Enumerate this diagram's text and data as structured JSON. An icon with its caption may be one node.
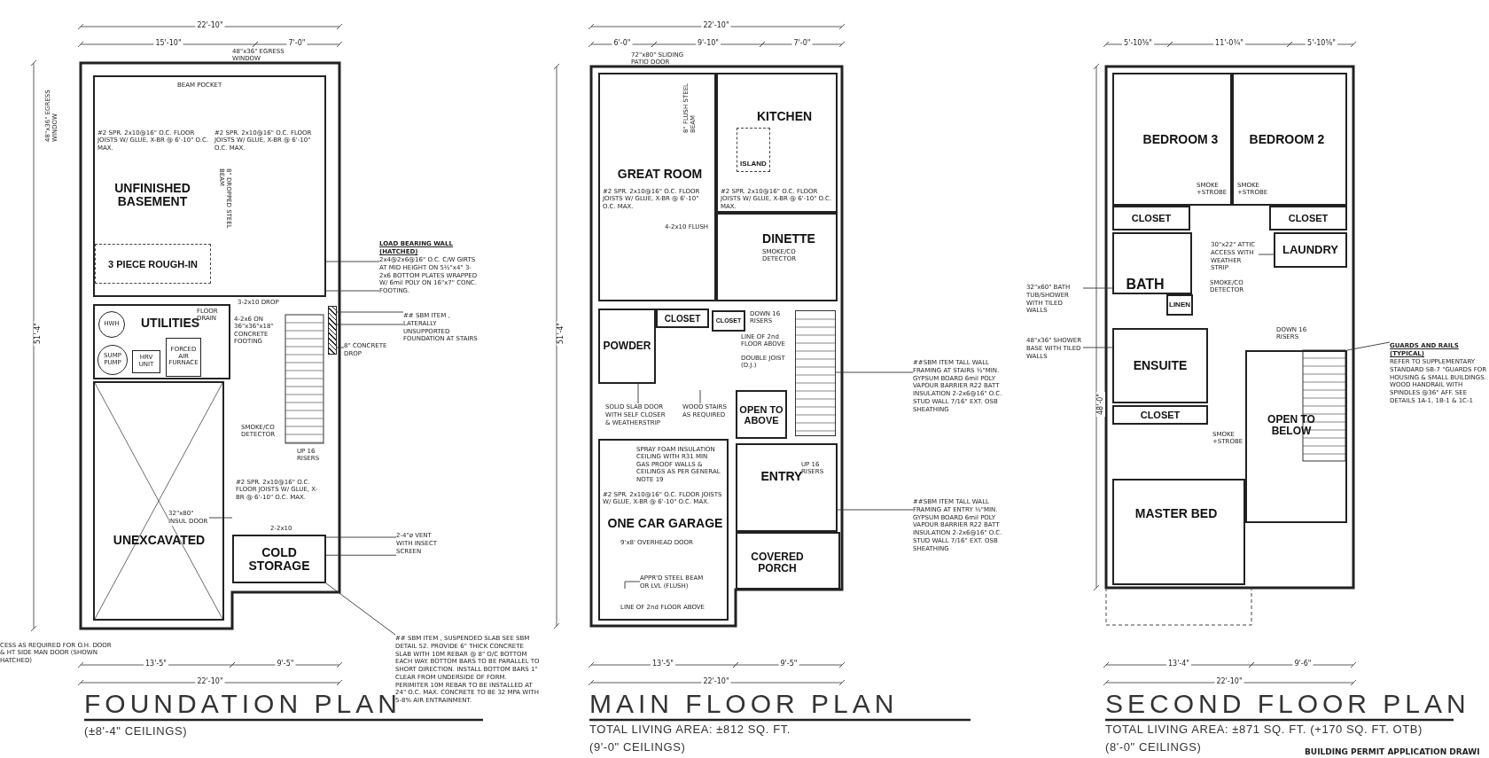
{
  "diagram": {
    "nodes": [
      {
        "text": [
          "UNFINISHED BASEMENT"
        ]
      },
      {
        "text": [
          "3 PIECE ROUGH-IN"
        ],
        "in": 0
      },
      {
        "text": [
          "UTILITIES"
        ]
      },
      {
        "text": [
          "HWH"
        ],
        "in": 2
      },
      {
        "text": [
          "SUMP PUMP"
        ],
        "in": 2
      },
      {
        "text": [
          "HRV UNIT"
        ],
        "in": 2
      },
      {
        "text": [
          "FORCED AIR FURNACE"
        ],
        "in": 2
      },
      {
        "text": [
          "UNEXCAVATED"
        ]
      },
      {
        "text": [
          "COLD STORAGE"
        ]
      },
      {
        "text": [
          "LOAD BEARING WALL (HATCHED)",
          "2x4@2x6@16\" O.C. C/W GIRTS AT MID HEIGHT ON 5½\"x4\" 3-2x6 BOTTOM PLATES WRAPPED W/ 6mil POLY ON 16\"x7\" CONC. FOOTING."
        ]
      },
      {
        "text": [
          "## SBM ITEM , LATERALLY UNSUPPORTED FOUNDATION AT STAIRS"
        ]
      },
      {
        "text": [
          "8\" CONCRETE DROP"
        ]
      },
      {
        "text": [
          "2-4\"ø VENT WITH INSECT SCREEN"
        ]
      },
      {
        "text": [
          "## SBM ITEM , SUSPENDED SLAB SEE SBM DETAIL 52. PROVIDE 6\" THICK CONCRETE SLAB WITH 10M REBAR @ 8\" O/C BOTTOM EACH WAY. BOTTOM BARS TO BE PARALLEL TO SHORT DIRECTION. INSTALL BOTTOM BARS 1\" CLEAR FROM UNDERSIDE OF FORM. PERIMITER 10M REBAR TO BE INSTALLED AT 24\" O.C. MAX. CONCRETE TO BE 32 MPA WITH 5-8% AIR ENTRAINMENT."
        ]
      },
      {
        "text": [
          "32\"x80\" INSUL DOOR"
        ],
        "in": 7
      },
      {
        "text": [
          "GREAT ROOM"
        ]
      },
      {
        "text": [
          "KITCHEN"
        ]
      },
      {
        "text": [
          "ISLAND"
        ],
        "in": 16
      },
      {
        "text": [
          "DINETTE"
        ]
      },
      {
        "text": [
          "CLOSET"
        ]
      },
      {
        "text": [
          "CLOSET"
        ]
      },
      {
        "text": [
          "POWDER"
        ]
      },
      {
        "text": [
          "OPEN TO ABOVE"
        ]
      },
      {
        "text": [
          "ENTRY"
        ]
      },
      {
        "text": [
          "ONE CAR GARAGE"
        ]
      },
      {
        "text": [
          "COVERED PORCH"
        ]
      },
      {
        "text": [
          "##SBM ITEM TALL WALL FRAMING AT STAIRS ½\"MIN. GYPSUM BOARD 6mil POLY VAPOUR BARRIER R22 BATT INSULATION 2-2x6@16\" O.C. STUD WALL 7/16\" EXT. OSB SHEATHING"
        ]
      },
      {
        "text": [
          "##SBM ITEM TALL WALL FRAMING AT ENTRY ½\"MIN. GYPSUM BOARD 6mil POLY VAPOUR BARRIER R22 BATT INSULATION 2-2x6@16\" O.C. STUD WALL 7/16\" EXT. OSB SHEATHING"
        ]
      },
      {
        "text": [
          "SOLID SLAB DOOR WITH SELF CLOSER & WEATHERSTRIP"
        ]
      },
      {
        "text": [
          "WOOD STAIRS AS REQUIRED"
        ]
      },
      {
        "text": [
          "APPR'D STEEL BEAM OR LVL (FLUSH)"
        ],
        "in": 24
      },
      {
        "text": [
          "BEDROOM 3"
        ]
      },
      {
        "text": [
          "BEDROOM 2"
        ]
      },
      {
        "text": [
          "CLOSET"
        ]
      },
      {
        "text": [
          "CLOSET"
        ]
      },
      {
        "text": [
          "LAUNDRY"
        ]
      },
      {
        "text": [
          "BATH"
        ]
      },
      {
        "text": [
          "LINEN"
        ]
      },
      {
        "text": [
          "ENSUITE"
        ]
      },
      {
        "text": [
          "CLOSET"
        ]
      },
      {
        "text": [
          "OPEN TO BELOW"
        ]
      },
      {
        "text": [
          "MASTER BED"
        ]
      },
      {
        "text": [
          "32\"x60\" BATH TUB/SHOWER WITH TILED WALLS"
        ]
      },
      {
        "text": [
          "48\"x36\" SHOWER BASE WITH TILED WALLS"
        ]
      },
      {
        "text": [
          "GUARDS AND RAILS (TYPICAL)",
          "REFER TO SUPPLEMENTARY STANDARD SB-7 \"GUARDS FOR HOUSING & SMALL BUILDINGS. WOOD HANDRAIL WITH SPINDLES @36\" AFF. SEE DETAILS 1A-1, 1B-1 & 1C-1"
        ]
      },
      {
        "text": [
          "30\"x22\" ATTIC ACCESS WITH WEATHER STRIP"
        ]
      },
      {
        "text": [],
        "shape": "bar"
      },
      {
        "text": [],
        "shape": "picture"
      }
    ],
    "edges": [
      {
        "from": 9,
        "to": 0,
        "arrow": "none"
      },
      {
        "from": 9,
        "to": 0,
        "arrow": "none"
      },
      {
        "from": 10,
        "to": 46,
        "arrow": "none"
      },
      {
        "from": 10,
        "to": 46,
        "arrow": "none"
      },
      {
        "from": 11,
        "to": 46,
        "arrow": "none"
      },
      {
        "from": 12,
        "to": 8,
        "arrow": "none"
      },
      {
        "from": 12,
        "to": 8,
        "arrow": "none"
      },
      {
        "from": 13,
        "to": 8,
        "arrow": "none"
      },
      {
        "from": 14,
        "to": null,
        "arrow": "none"
      },
      {
        "from": 26,
        "to": 47,
        "arrow": "none"
      },
      {
        "from": 27,
        "to": 23,
        "arrow": "none"
      },
      {
        "from": 28,
        "to": 21,
        "arrow": "none"
      },
      {
        "from": 29,
        "to": null,
        "arrow": "none"
      },
      {
        "from": 30,
        "to": null,
        "arrow": "none"
      },
      {
        "from": 42,
        "to": 36,
        "arrow": "none"
      },
      {
        "from": 43,
        "to": 38,
        "arrow": "none"
      },
      {
        "from": 44,
        "to": 40,
        "arrow": "none"
      },
      {
        "from": 45,
        "to": 35,
        "arrow": "none"
      }
    ],
    "labels": [
      "22'-10\"",
      "15'-10\"",
      "7'-0\"",
      "48\"x36\" EGRESS WINDOW",
      "48\"x36\" EGRESS WINDOW",
      "BEAM POCKET",
      "#2 SPR. 2x10@16\" O.C. FLOOR JOISTS W/ GLUE, X-BR @ 6'-10\" O.C. MAX.",
      "#2 SPR. 2x10@16\" O.C. FLOOR JOISTS W/ GLUE, X-BR @ 6'-10\" O.C. MAX.",
      "8\" DROPPED STEEL BEAM",
      "FLOOR DRAIN",
      "4-2x6 ON 36\"x36\"x18\" CONCRETE FOOTING",
      "3-2x10 DROP",
      "SMOKE/CO DETECTOR",
      "UP 16 RISERS",
      "#2 SPR. 2x10@16\" O.C. FLOOR JOISTS W/ GLUE, X-BR @ 6'-10\" O.C. MAX.",
      "2-2x10",
      "51'-4\"",
      "13'-5\"",
      "9'-5\"",
      "22'-10\"",
      "CESS AS REQUIRED FOR O.H. DOOR & HT SIDE MAN DOOR (SHOWN HATCHED)",
      "FOUNDATION PLAN",
      "(±8'-4\" CEILINGS)",
      "22'-10\"",
      "6'-0\"",
      "9'-10\"",
      "7'-0\"",
      "72\"x80\" SLIDING PATIO DOOR",
      "8\" FLUSH STEEL BEAM",
      "#2 SPR. 2x10@16\" O.C. FLOOR JOISTS W/ GLUE, X-BR @ 6'-10\" O.C. MAX.",
      "#2 SPR. 2x10@16\" O.C. FLOOR JOISTS W/ GLUE, X-BR @ 6'-10\" O.C. MAX.",
      "4-2x10 FLUSH",
      "SMOKE/CO DETECTOR",
      "DOWN 16 RISERS",
      "LINE OF 2nd FLOOR ABOVE",
      "DOUBLE JOIST (D.J.)",
      "SPRAY FOAM INSULATION CEILING WITH R31 MIN GAS PROOF WALLS & CEILINGS AS PER GENERAL NOTE 19",
      "#2 SPR. 2x10@16\" O.C. FLOOR JOISTS W/ GLUE, X-BR @ 6'-10\" O.C. MAX.",
      "9'x8' OVERHEAD DOOR",
      "LINE OF 2nd FLOOR ABOVE",
      "UP 16 RISERS",
      "51'-4\"",
      "13'-5\"",
      "9'-5\"",
      "22'-10\"",
      "MAIN FLOOR PLAN",
      "TOTAL LIVING AREA: ±812 SQ. FT.",
      "(9'-0\" CEILINGS)",
      "5'-10⅝\"",
      "11'-0¾\"",
      "5'-10⅝\"",
      "SMOKE +STROBE",
      "SMOKE +STROBE",
      "SMOKE/CO DETECTOR",
      "DOWN 16 RISERS",
      "SMOKE +STROBE",
      "48'-0\"",
      "13'-4\"",
      "9'-6\"",
      "22'-10\"",
      "SECOND FLOOR PLAN",
      "TOTAL LIVING AREA: ±871 SQ. FT. (+170 SQ. FT. OTB)",
      "(8'-0\" CEILINGS)",
      "BUILDING PERMIT APPLICATION DRAWI"
    ]
  }
}
